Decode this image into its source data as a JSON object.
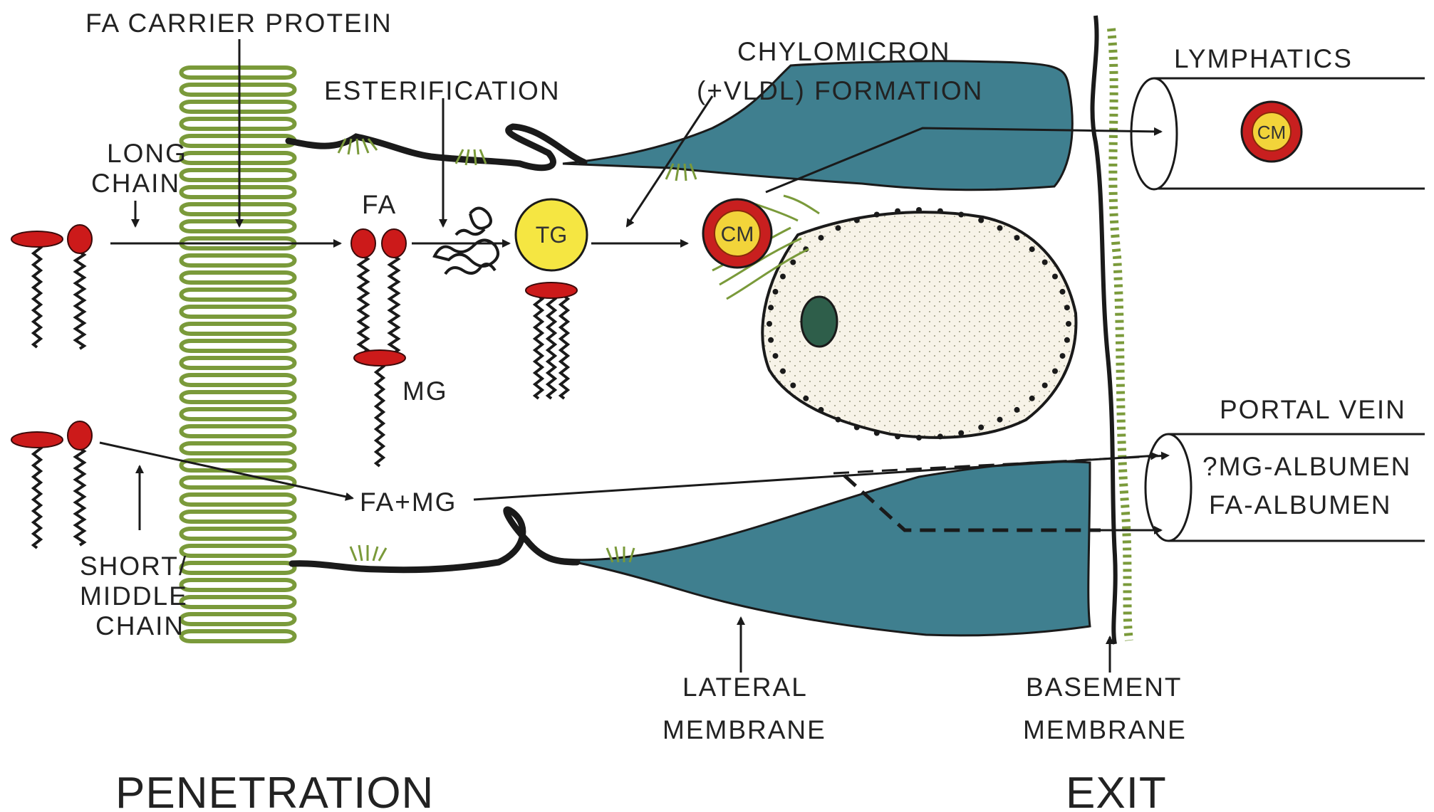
{
  "labels": {
    "fa_carrier_protein": "FA CARRIER PROTEIN",
    "esterification": "ESTERIFICATION",
    "chylomicron_line1": "CHYLOMICRON",
    "chylomicron_line2": "(+VLDL) FORMATION",
    "lymphatics": "LYMPHATICS",
    "long_chain_line1": "LONG",
    "long_chain_line2": "CHAIN",
    "fa": "FA",
    "tg": "TG",
    "cm": "CM",
    "mg": "MG",
    "portal_vein": "PORTAL VEIN",
    "mg_albumen": "?MG-ALBUMEN",
    "fa_albumen": "FA-ALBUMEN",
    "fa_mg": "FA+MG",
    "short_middle_line1": "SHORT/",
    "short_middle_line2": "MIDDLE",
    "short_middle_line3": "CHAIN",
    "lateral_line1": "LATERAL",
    "lateral_line2": "MEMBRANE",
    "basement_line1": "BASEMENT",
    "basement_line2": "MEMBRANE",
    "penetration": "PENETRATION",
    "exit": "EXIT"
  },
  "colors": {
    "lipid_head": "#cc1a1a",
    "triglyceride": "#f5e642",
    "chylomicron_core": "#f2d43a",
    "cytoplasm": "#3f7f8f",
    "membrane_green": "#7a9a3a",
    "nucleus_fill": "#f7f3e8",
    "line": "#1a1a1a"
  }
}
